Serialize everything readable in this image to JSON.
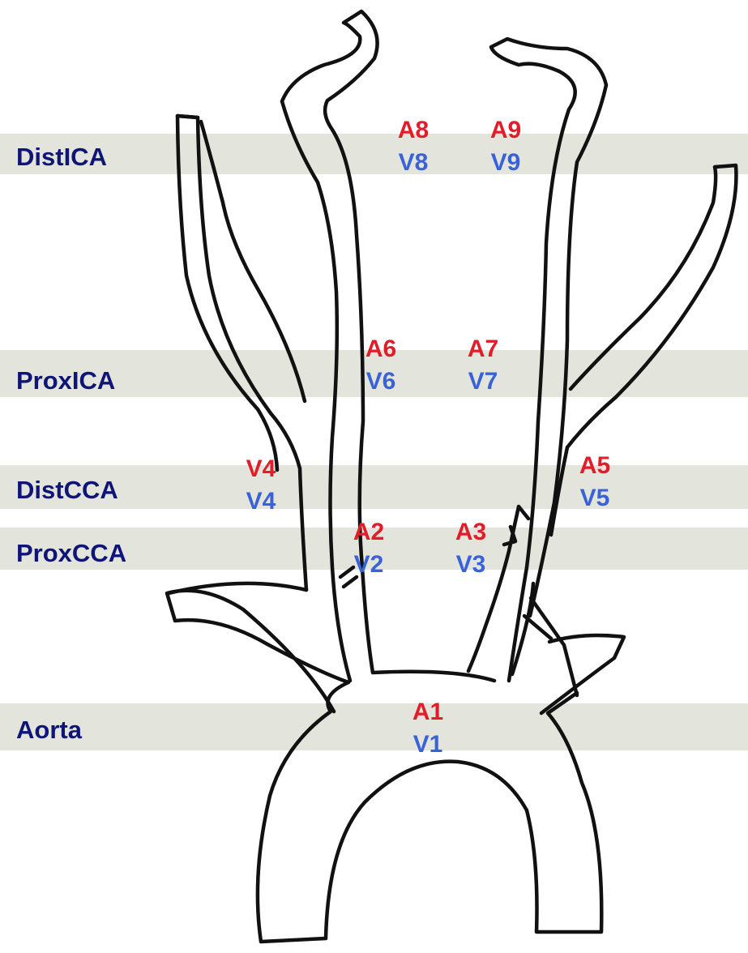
{
  "colors": {
    "band": "#e3e4dc",
    "level_label": "#0f1577",
    "artery_label": "#e01e2a",
    "vein_label": "#3a62d8",
    "vessel_outline": "#111111"
  },
  "levels": {
    "distica": "DistICA",
    "proxica": "ProxICA",
    "distcca": "DistCCA",
    "proxcca": "ProxCCA",
    "aorta": "Aorta"
  },
  "points": {
    "p1": {
      "a": "A1",
      "v": "V1"
    },
    "p2": {
      "a": "A2",
      "v": "V2"
    },
    "p3": {
      "a": "A3",
      "v": "V3"
    },
    "p4": {
      "a": "V4",
      "v": "V4"
    },
    "p5": {
      "a": "A5",
      "v": "V5"
    },
    "p6": {
      "a": "A6",
      "v": "V6"
    },
    "p7": {
      "a": "A7",
      "v": "V7"
    },
    "p8": {
      "a": "A8",
      "v": "V8"
    },
    "p9": {
      "a": "A9",
      "v": "V9"
    }
  }
}
